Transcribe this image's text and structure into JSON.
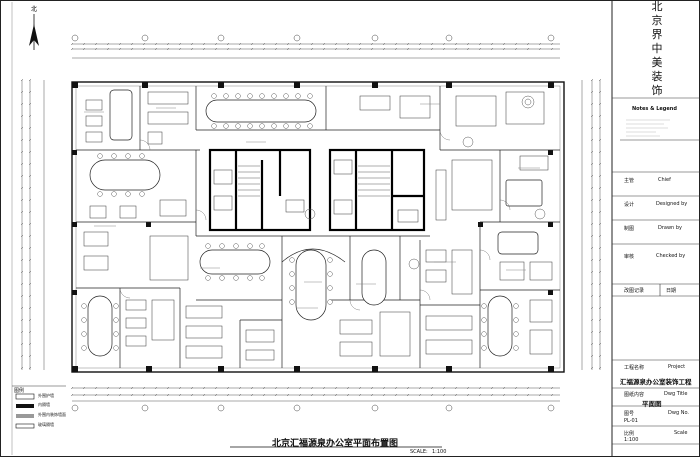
{
  "north_label": "北",
  "company_vertical": [
    "北",
    "京",
    "界",
    "中",
    "美",
    "装",
    "饰"
  ],
  "notes_title": "Notes & Legend",
  "title_block": {
    "rows": [
      {
        "cn": "主管",
        "en": "Chief"
      },
      {
        "cn": "设计",
        "en": "Designed by"
      },
      {
        "cn": "制图",
        "en": "Drawn by"
      },
      {
        "cn": "审核",
        "en": "Checked by"
      }
    ],
    "revision_cn": "改图记录",
    "date_cn": "日期",
    "project_cn": "工程名称",
    "project_en": "Project",
    "project_name": "汇福源泉办公室装饰工程",
    "drawing_content_cn": "图纸内容",
    "drawing_title_en": "Dwg Title",
    "drawing_title": "平面图",
    "drawing_no_cn": "图号",
    "drawing_no_en": "Dwg No.",
    "drawing_no": "PL-01",
    "scale_cn": "比例",
    "scale_en": "Scale",
    "scale": "1:100"
  },
  "main_title": "北京汇福源泉办公室平面布置图",
  "scale_label": "SCALE:",
  "scale_value": "1:100",
  "legend_title": "图例",
  "legend_items": [
    "外围护墙",
    "内隔墙",
    "外围内装饰墙面",
    "玻璃隔墙"
  ]
}
